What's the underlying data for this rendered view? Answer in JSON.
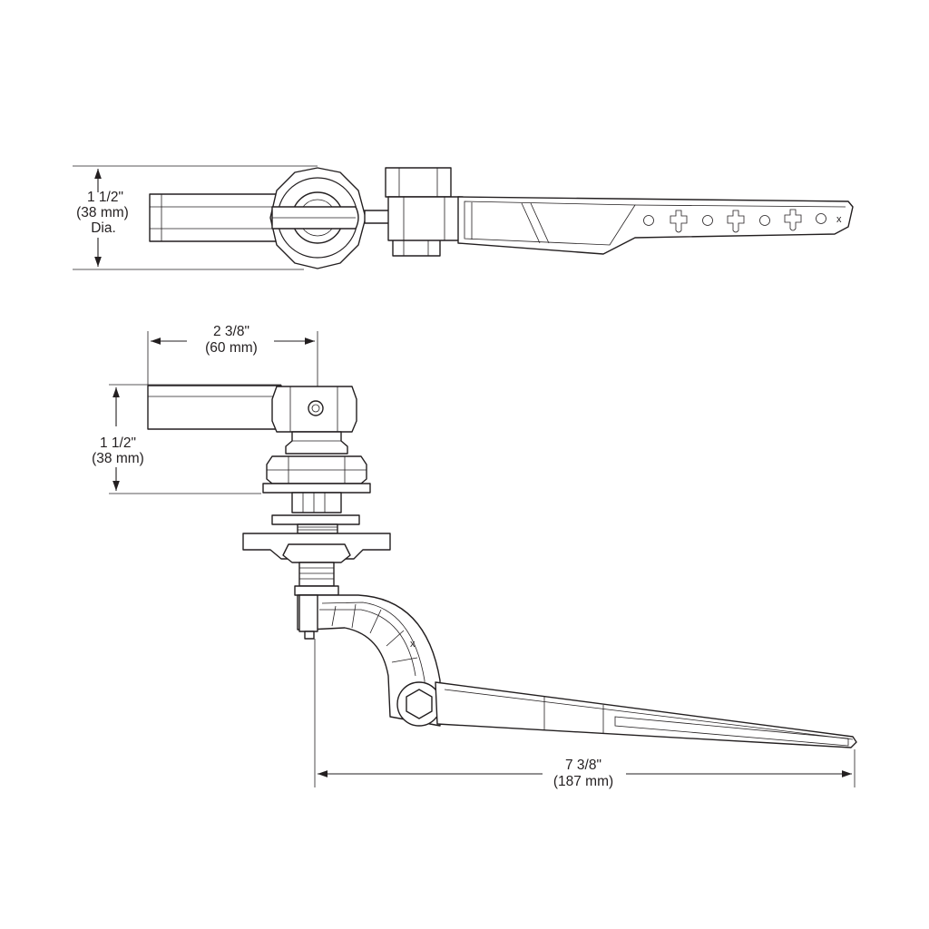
{
  "colors": {
    "line": "#231f20",
    "background": "#ffffff"
  },
  "top_view": {
    "height_dim": {
      "line1": "1 1/2\"",
      "line2": "(38 mm)",
      "line3": "Dia."
    }
  },
  "front_view": {
    "width_dim": {
      "line1": "2 3/8\"",
      "line2": "(60 mm)"
    },
    "height_dim": {
      "line1": "1 1/2\"",
      "line2": "(38 mm)"
    },
    "length_dim": {
      "line1": "7 3/8\"",
      "line2": "(187 mm)"
    }
  },
  "arm_marks": {
    "top_x": "x",
    "bottom_x": "x"
  }
}
